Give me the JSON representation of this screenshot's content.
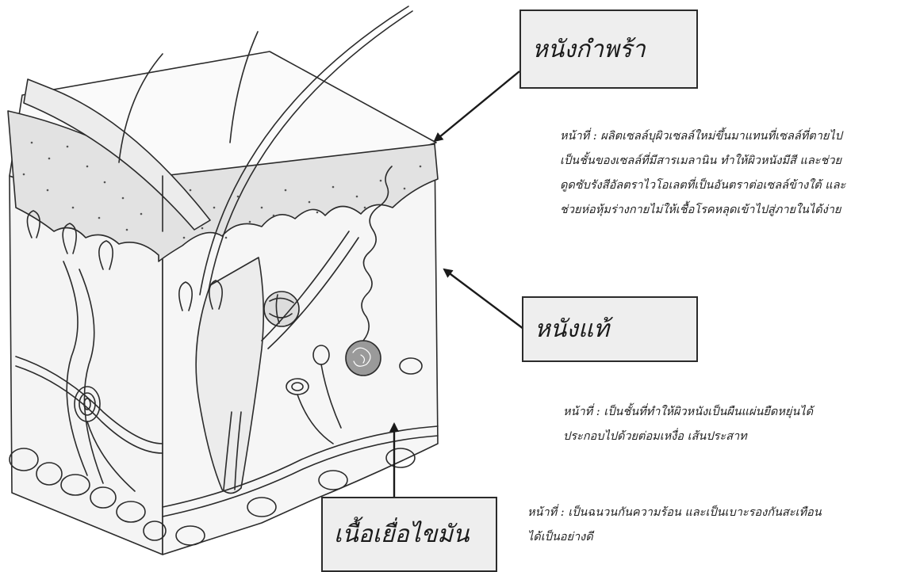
{
  "labels": {
    "epidermis": "หนังกำพร้า",
    "dermis": "หนังแท้",
    "subcutaneous": "เนื้อเยื่อไขมัน"
  },
  "descriptions": {
    "epidermis": [
      "หน้าที่ : ผลิตเซลล์บุผิวเซลล์ใหม่ขึ้นมาแทนที่เซลล์ที่ตายไป",
      "เป็นชั้นของเซลล์ที่มีสารเมลานิน ทำให้ผิวหนังมีสี และช่วย",
      "ดูดซับรังสีอัลตราไวโอเลตที่เป็นอันตราต่อเซลล์ข้างใต้ และ",
      "ช่วยห่อหุ้มร่างกายไม่ให้เชื้อโรคหลุดเข้าไปสู่ภายในได้ง่าย"
    ],
    "dermis": [
      "หน้าที่ : เป็นชั้นที่ทำให้ผิวหนังเป็นผืนแผ่นยืดหยุ่นได้",
      "ประกอบไปด้วยต่อมเหงื่อ เส้นประสาท"
    ],
    "subcutaneous": [
      "หน้าที่ : เป็นฉนวนกันความร้อน และเป็นเบาะรองกันสะเทือน",
      "ได้เป็นอย่างดี"
    ]
  },
  "colors": {
    "line": "#2b2b2b",
    "box_fill": "#eeeeee",
    "block_fill": "#f4f4f4",
    "epidermis_fill": "#e2e2e2"
  }
}
